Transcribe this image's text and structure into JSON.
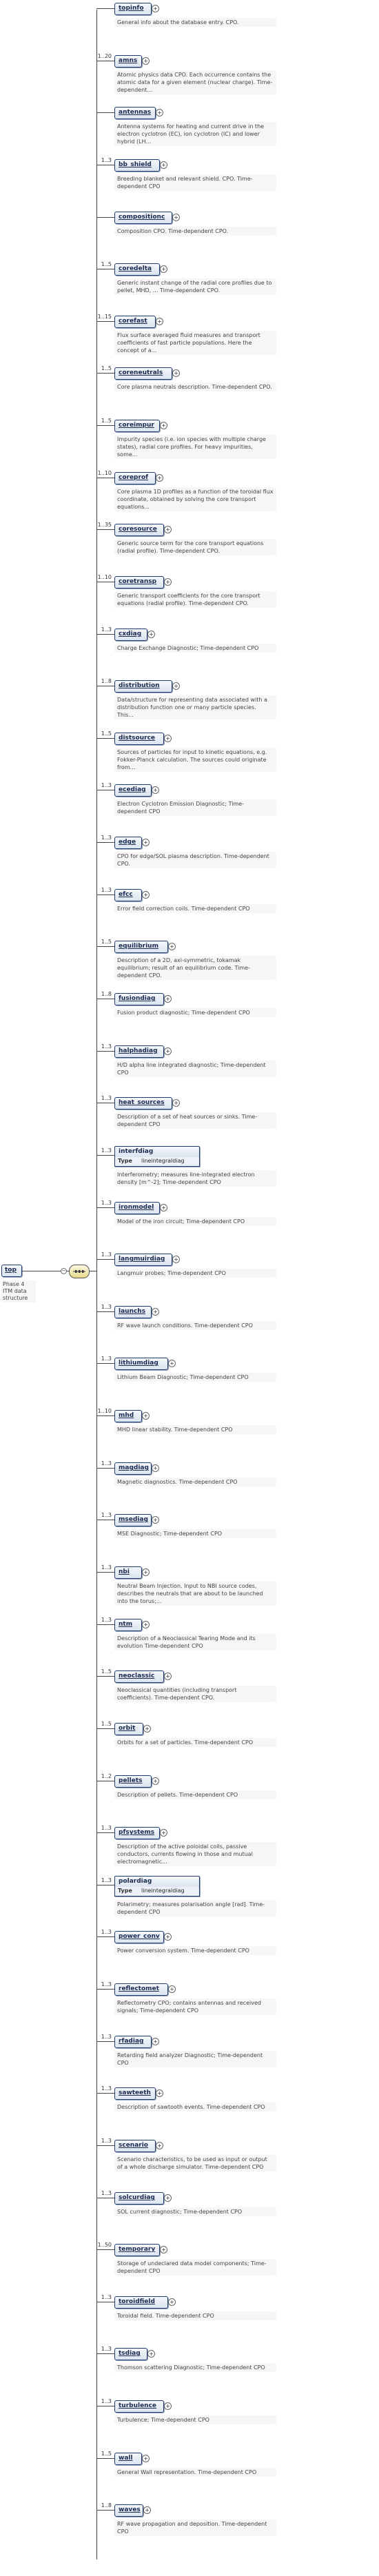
{
  "root": {
    "label": "top",
    "description": "Phase 4 ITM data structure"
  },
  "children": [
    {
      "label": "topinfo",
      "mult": "",
      "desc": "General info about the database entry. CPO."
    },
    {
      "label": "amns",
      "mult": "1..20",
      "desc": "Atomic physics data CPO. Each occurrence contains the atomic data for a given element (nuclear charge). Time-dependent..."
    },
    {
      "label": "antennas",
      "mult": "",
      "desc": "Antenna systems for heating and current drive in the electron cyclotron (EC), ion cyclotron (IC) and lower hybrid (LH..."
    },
    {
      "label": "bb_shield",
      "mult": "1..3",
      "desc": "Breeding blanket and relevant shield. CPO. Time-dependent CPO"
    },
    {
      "label": "compositionc",
      "mult": "",
      "desc": "Composition CPO. Time-dependent CPO."
    },
    {
      "label": "coredelta",
      "mult": "1..5",
      "desc": "Generic instant change of the radial core profiles due to pellet, MHD, ... Time-dependent CPO."
    },
    {
      "label": "corefast",
      "mult": "1..15",
      "desc": "Flux surface averaged fluid measures and transport coefficients of fast particle populations. Here the concept of a..."
    },
    {
      "label": "coreneutrals",
      "mult": "1..5",
      "desc": "Core plasma neutrals description. Time-dependent CPO."
    },
    {
      "label": "coreimpur",
      "mult": "1..5",
      "desc": "Impurity species (i.e. ion species with multiple charge states), radial core profiles. For heavy impurities, some..."
    },
    {
      "label": "coreprof",
      "mult": "1..10",
      "desc": "Core plasma 1D profiles as a function of the toroidal flux coordinate, obtained by solving the core transport equations..."
    },
    {
      "label": "coresource",
      "mult": "1..35",
      "desc": "Generic source term for the core transport equations (radial profile). Time-dependent CPO."
    },
    {
      "label": "coretransp",
      "mult": "1..10",
      "desc": "Generic transport coefficients for the core transport equations (radial profile). Time-dependent CPO."
    },
    {
      "label": "cxdiag",
      "mult": "1..3",
      "desc": "Charge Exchange Diagnostic; Time-dependent CPO"
    },
    {
      "label": "distribution",
      "mult": "1..8",
      "desc": "Data/structure for representing data associated with a distribution function one or many particle species. This..."
    },
    {
      "label": "distsource",
      "mult": "1..5",
      "desc": "Sources of particles for input to kinetic equations, e.g. Fokker-Planck calculation. The sources could originate from..."
    },
    {
      "label": "ecediag",
      "mult": "1..3",
      "desc": "Electron Cyclotron Emission Diagnostic; Time-dependent CPO"
    },
    {
      "label": "edge",
      "mult": "1..3",
      "desc": "CPO for edge/SOL plasma description. Time-dependent CPO."
    },
    {
      "label": "efcc",
      "mult": "1..3",
      "desc": "Error field correction coils. Time-dependent CPO"
    },
    {
      "label": "equilibrium",
      "mult": "1..5",
      "desc": "Description of a 2D, axi-symmetric, tokamak equilibrium; result of an equilibrium code. Time-dependent CPO."
    },
    {
      "label": "fusiondiag",
      "mult": "1..8",
      "desc": "Fusion product diagnostic; Time-dependent CPO"
    },
    {
      "label": "halphadiag",
      "mult": "1..3",
      "desc": "H/D alpha line integrated diagnostic; Time-dependent CPO"
    },
    {
      "label": "heat_sources",
      "mult": "1..3",
      "desc": "Description of a set of heat sources or sinks. Time-dependent CPO"
    },
    {
      "label": "interfdiag",
      "mult": "1..3",
      "type": "lineintegraldiag",
      "desc": "Interferometry; measures line-integrated electron density [m^-2]; Time-dependent CPO"
    },
    {
      "label": "ironmodel",
      "mult": "1..3",
      "desc": "Model of the iron circuit; Time-dependent CPO"
    },
    {
      "label": "langmuirdiag",
      "mult": "1..3",
      "desc": "Langmuir probes; Time-dependent CPO"
    },
    {
      "label": "launchs",
      "mult": "1..3",
      "desc": "RF wave launch conditions. Time-dependent CPO"
    },
    {
      "label": "lithiumdiag",
      "mult": "1..3",
      "desc": "Lithium Beam Diagnostic; Time-dependent CPO"
    },
    {
      "label": "mhd",
      "mult": "1..10",
      "desc": "MHD linear stability. Time-dependent CPO"
    },
    {
      "label": "magdiag",
      "mult": "1..3",
      "desc": "Magnetic diagnostics. Time-dependent CPO"
    },
    {
      "label": "msediag",
      "mult": "1..3",
      "desc": "MSE Diagnostic; Time-dependent CPO"
    },
    {
      "label": "nbi",
      "mult": "1..3",
      "desc": "Neutral Beam Injection. Input to NBI source codes, describes the neutrals that are about to be launched into the torus;..."
    },
    {
      "label": "ntm",
      "mult": "1..3",
      "desc": "Description of a Neoclassical Tearing Mode and its evolution Time-dependent CPO"
    },
    {
      "label": "neoclassic",
      "mult": "1..5",
      "desc": "Neoclassical quantities (including transport coefficients). Time-dependent CPO."
    },
    {
      "label": "orbit",
      "mult": "1..5",
      "desc": "Orbits for a set of particles. Time-dependent CPO"
    },
    {
      "label": "pellets",
      "mult": "1..2",
      "desc": "Description of pellets. Time-dependent CPO"
    },
    {
      "label": "pfsystems",
      "mult": "1..3",
      "desc": "Description of the active poloidal coils, passive conductors, currents flowing in those and mutual electromagnetic..."
    },
    {
      "label": "polardiag",
      "mult": "1..3",
      "type": "lineintegraldiag",
      "desc": "Polarimetry; measures polarisation angle [rad]. Time-dependent CPO"
    },
    {
      "label": "power_conv",
      "mult": "1..3",
      "desc": "Power conversion system. Time-dependent CPO"
    },
    {
      "label": "reflectomet",
      "mult": "1..3",
      "desc": "Reflectometry CPO; contains antennas and received signals; Time-dependent CPO"
    },
    {
      "label": "rfadiag",
      "mult": "1..3",
      "desc": "Retarding field analyzer Diagnostic; Time-dependent CPO"
    },
    {
      "label": "sawteeth",
      "mult": "1..3",
      "desc": "Description of sawtooth events. Time-dependent CPO"
    },
    {
      "label": "scenario",
      "mult": "1..3",
      "desc": "Scenario characteristics, to be used as input or output of a whole discharge simulator. Time-dependent CPO"
    },
    {
      "label": "solcurdiag",
      "mult": "1..3",
      "desc": "SOL current diagnostic; Time-dependent CPO"
    },
    {
      "label": "temporary",
      "mult": "1..50",
      "desc": "Storage of undeclared data model components; Time-dependent CPO"
    },
    {
      "label": "toroidfield",
      "mult": "1..3",
      "desc": "Toroidal field. Time-dependent CPO"
    },
    {
      "label": "tsdiag",
      "mult": "1..3",
      "desc": "Thomson scattering Diagnostic; Time-dependent CPO"
    },
    {
      "label": "turbulence",
      "mult": "1..3",
      "desc": "Turbulence; Time-dependent CPO"
    },
    {
      "label": "wall",
      "mult": "1..5",
      "desc": "General Wall representation. Time-dependent CPO"
    },
    {
      "label": "waves",
      "mult": "1..8",
      "desc": "RF wave propagation and deposition. Time-dependent CPO"
    }
  ]
}
